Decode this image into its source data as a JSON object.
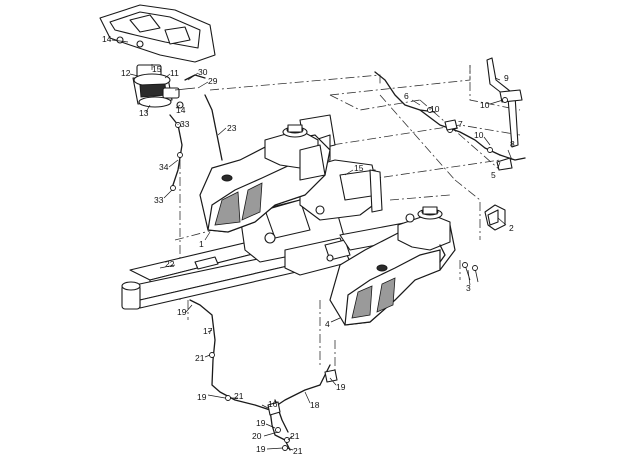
{
  "callouts": [
    {
      "id": "c14a",
      "text": "14"
    },
    {
      "id": "c15a",
      "text": "15"
    },
    {
      "id": "c12",
      "text": "12"
    },
    {
      "id": "c11",
      "text": "11"
    },
    {
      "id": "c30",
      "text": "30"
    },
    {
      "id": "c29",
      "text": "29"
    },
    {
      "id": "c13",
      "text": "13"
    },
    {
      "id": "c14b",
      "text": "14"
    },
    {
      "id": "c33a",
      "text": "33"
    },
    {
      "id": "c23",
      "text": "23"
    },
    {
      "id": "c34",
      "text": "34"
    },
    {
      "id": "c33b",
      "text": "33"
    },
    {
      "id": "c9",
      "text": "9"
    },
    {
      "id": "c10a",
      "text": "10"
    },
    {
      "id": "c6",
      "text": "6"
    },
    {
      "id": "c10b",
      "text": "10"
    },
    {
      "id": "c7",
      "text": "7"
    },
    {
      "id": "c10c",
      "text": "10"
    },
    {
      "id": "c8",
      "text": "8"
    },
    {
      "id": "c5",
      "text": "5"
    },
    {
      "id": "c15b",
      "text": "15"
    },
    {
      "id": "c2",
      "text": "2"
    },
    {
      "id": "c1",
      "text": "1"
    },
    {
      "id": "c22",
      "text": "22"
    },
    {
      "id": "c3",
      "text": "3"
    },
    {
      "id": "c4",
      "text": "4"
    },
    {
      "id": "c19a",
      "text": "19"
    },
    {
      "id": "c17",
      "text": "17"
    },
    {
      "id": "c21a",
      "text": "21"
    },
    {
      "id": "c19b",
      "text": "19"
    },
    {
      "id": "c21b",
      "text": "21"
    },
    {
      "id": "c16",
      "text": "16"
    },
    {
      "id": "c18",
      "text": "18"
    },
    {
      "id": "c19c",
      "text": "19"
    },
    {
      "id": "c19d",
      "text": "19"
    },
    {
      "id": "c20",
      "text": "20"
    },
    {
      "id": "c21c",
      "text": "21"
    },
    {
      "id": "c19e",
      "text": "19"
    },
    {
      "id": "c21d",
      "text": "21"
    }
  ]
}
